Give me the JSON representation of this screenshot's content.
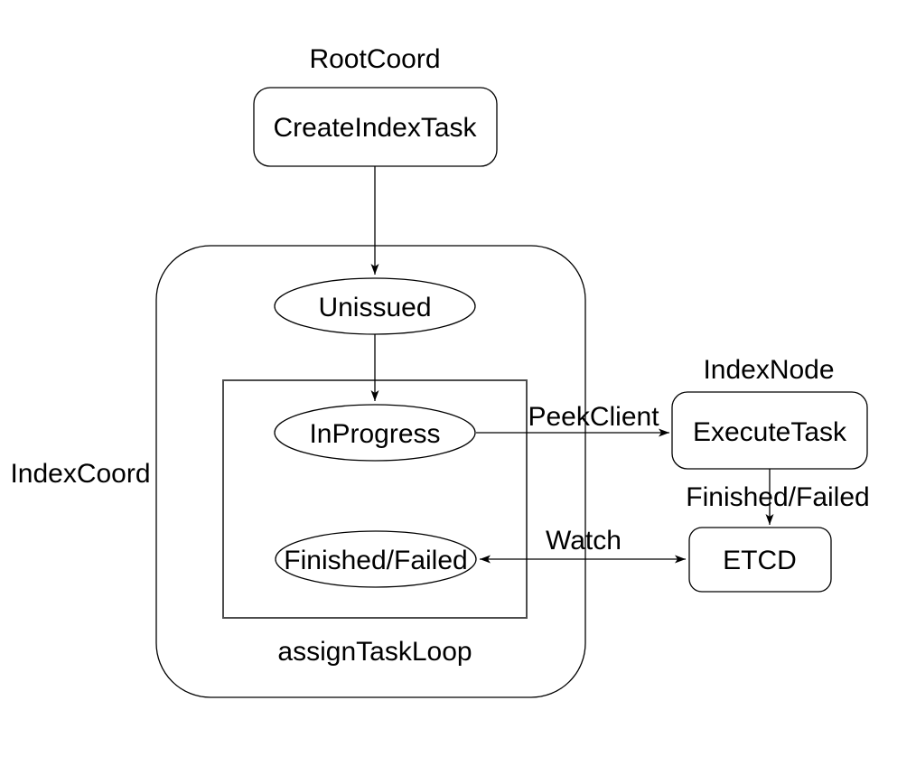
{
  "diagram": {
    "section_labels": {
      "root_coord": "RootCoord",
      "index_node": "IndexNode"
    },
    "containers": {
      "index_coord": "IndexCoord",
      "assign_task_loop": "assignTaskLoop"
    },
    "nodes": {
      "create_index_task": "CreateIndexTask",
      "unissued": "Unissued",
      "in_progress": "InProgress",
      "finished_failed": "Finished/Failed",
      "execute_task": "ExecuteTask",
      "etcd": "ETCD"
    },
    "edge_labels": {
      "peek_client": "PeekClient",
      "finished_failed": "Finished/Failed",
      "watch": "Watch"
    },
    "colors": {
      "background": "#ffffff",
      "stroke": "#000000",
      "text": "#000000",
      "inner_box_stroke": "#4d4d4d"
    }
  }
}
